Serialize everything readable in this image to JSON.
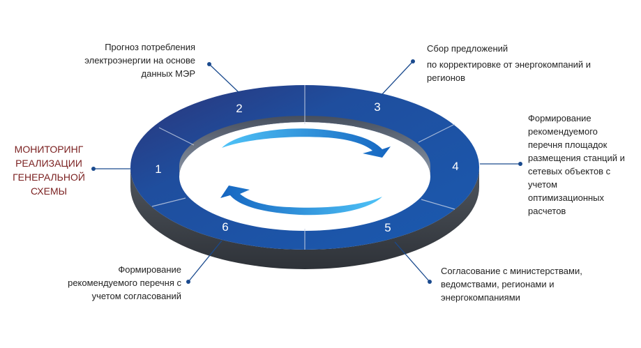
{
  "center_label": {
    "lines": [
      "МОНИТОРИНГ",
      "РЕАЛИЗАЦИИ",
      "ГЕНЕРАЛЬНОЙ",
      "СХЕМЫ"
    ],
    "color": "#7a1f1f"
  },
  "segments": [
    {
      "number": "1"
    },
    {
      "number": "2"
    },
    {
      "number": "3"
    },
    {
      "number": "4"
    },
    {
      "number": "5"
    },
    {
      "number": "6"
    }
  ],
  "steps": [
    {
      "lines": [
        "Прогноз потребления",
        "электроэнергии на основе",
        "данных МЭР"
      ]
    },
    {
      "lines": [
        "Сбор предложений",
        "по корректировке от энергокомпаний и",
        "регионов"
      ]
    },
    {
      "lines": [
        "Формирование",
        "рекомендуемого",
        "перечня площадок",
        "размещения станций и",
        "сетевых объектов с",
        "учетом",
        "оптимизационных",
        "расчетов"
      ]
    },
    {
      "lines": [
        "Согласование с министерствами,",
        "ведомствами, регионами и",
        "энергокомпаниями"
      ]
    },
    {
      "lines": [
        "Формирование",
        "рекомендуемого перечня с",
        "учетом согласований"
      ]
    }
  ],
  "colors": {
    "ring_top": "#1d4f9c",
    "ring_dark": "#2a2f6e",
    "ring_side": "#3a3f47",
    "arrow": "#1e88e5",
    "connector": "#1a4a8e"
  }
}
